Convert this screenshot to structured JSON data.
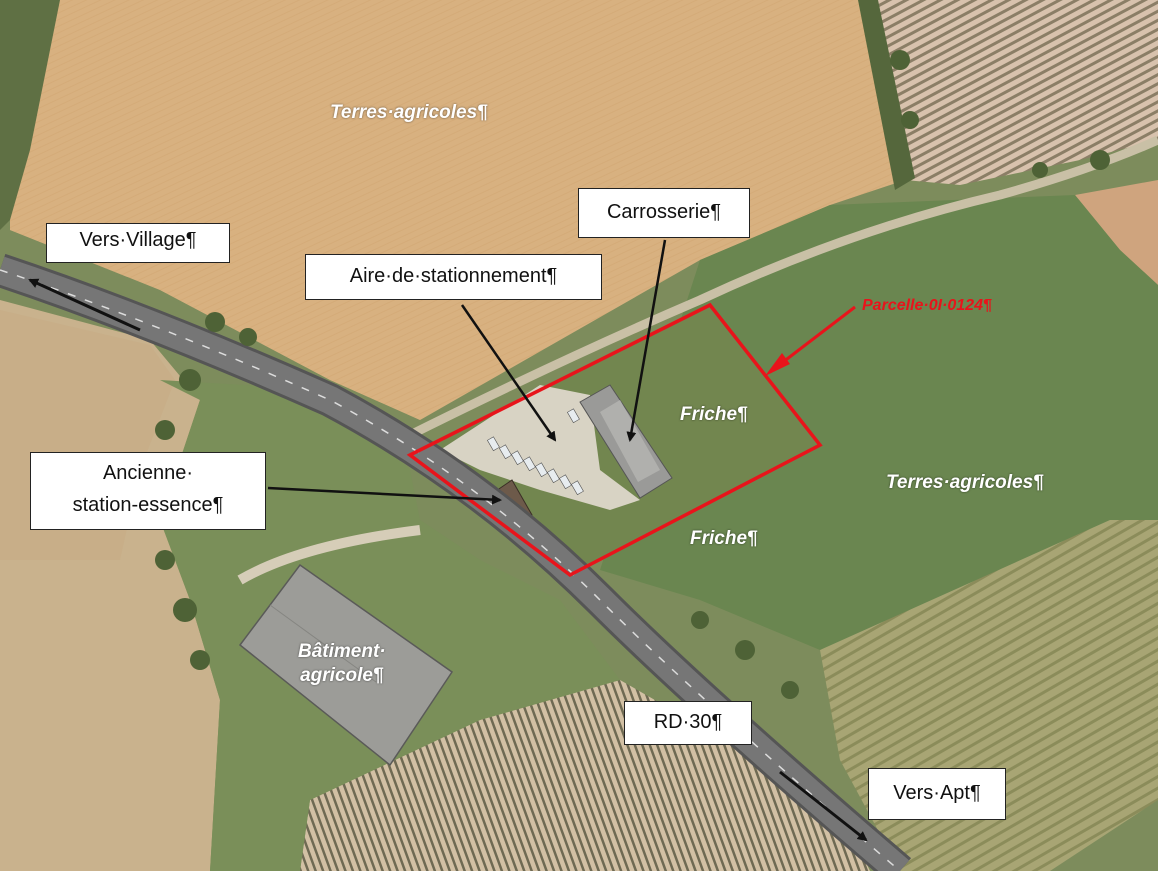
{
  "colors": {
    "parcel_outline": "#e8141b",
    "parcel_label": "#e8141b",
    "wheat_field": "#d9b180",
    "grass": "#6f8a55",
    "road": "#6a6a6a"
  },
  "labels": {
    "terres_agricoles_top": "Terres·agricoles¶",
    "terres_agricoles_right": "Terres·agricoles¶",
    "friche_upper": "Friche¶",
    "friche_lower": "Friche¶",
    "batiment_line1": "Bâtiment·",
    "batiment_line2": "agricole¶",
    "parcel": "Parcelle·0I·0124¶"
  },
  "callouts": {
    "vers_village": "Vers·Village¶",
    "carrosserie": "Carrosserie¶",
    "aire_stationnement": "Aire·de·stationnement¶",
    "ancienne_line1": "Ancienne·",
    "ancienne_line2": "station-essence¶",
    "rd30": "RD·30¶",
    "vers_apt": "Vers·Apt¶"
  }
}
